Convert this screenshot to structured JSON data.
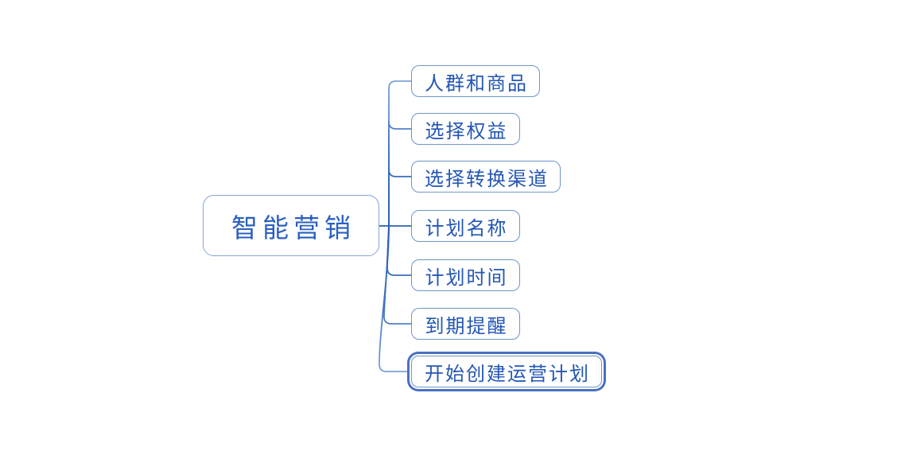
{
  "mindmap": {
    "root": {
      "label": "智能营销"
    },
    "children": [
      {
        "label": "人群和商品",
        "selected": false
      },
      {
        "label": "选择权益",
        "selected": false
      },
      {
        "label": "选择转换渠道",
        "selected": false
      },
      {
        "label": "计划名称",
        "selected": false
      },
      {
        "label": "计划时间",
        "selected": false
      },
      {
        "label": "到期提醒",
        "selected": false
      },
      {
        "label": "开始创建运营计划",
        "selected": true
      }
    ],
    "colors": {
      "background": "#ffffff",
      "topic_text": "#2457b4",
      "root_text": "#2a5fc0",
      "topic_border": "#6e95c9",
      "root_border": "#86a5d6",
      "branch_dark": "#2a5fb0",
      "branch_light": "#93b3e0",
      "selection_ring": "#4a70c2"
    }
  }
}
